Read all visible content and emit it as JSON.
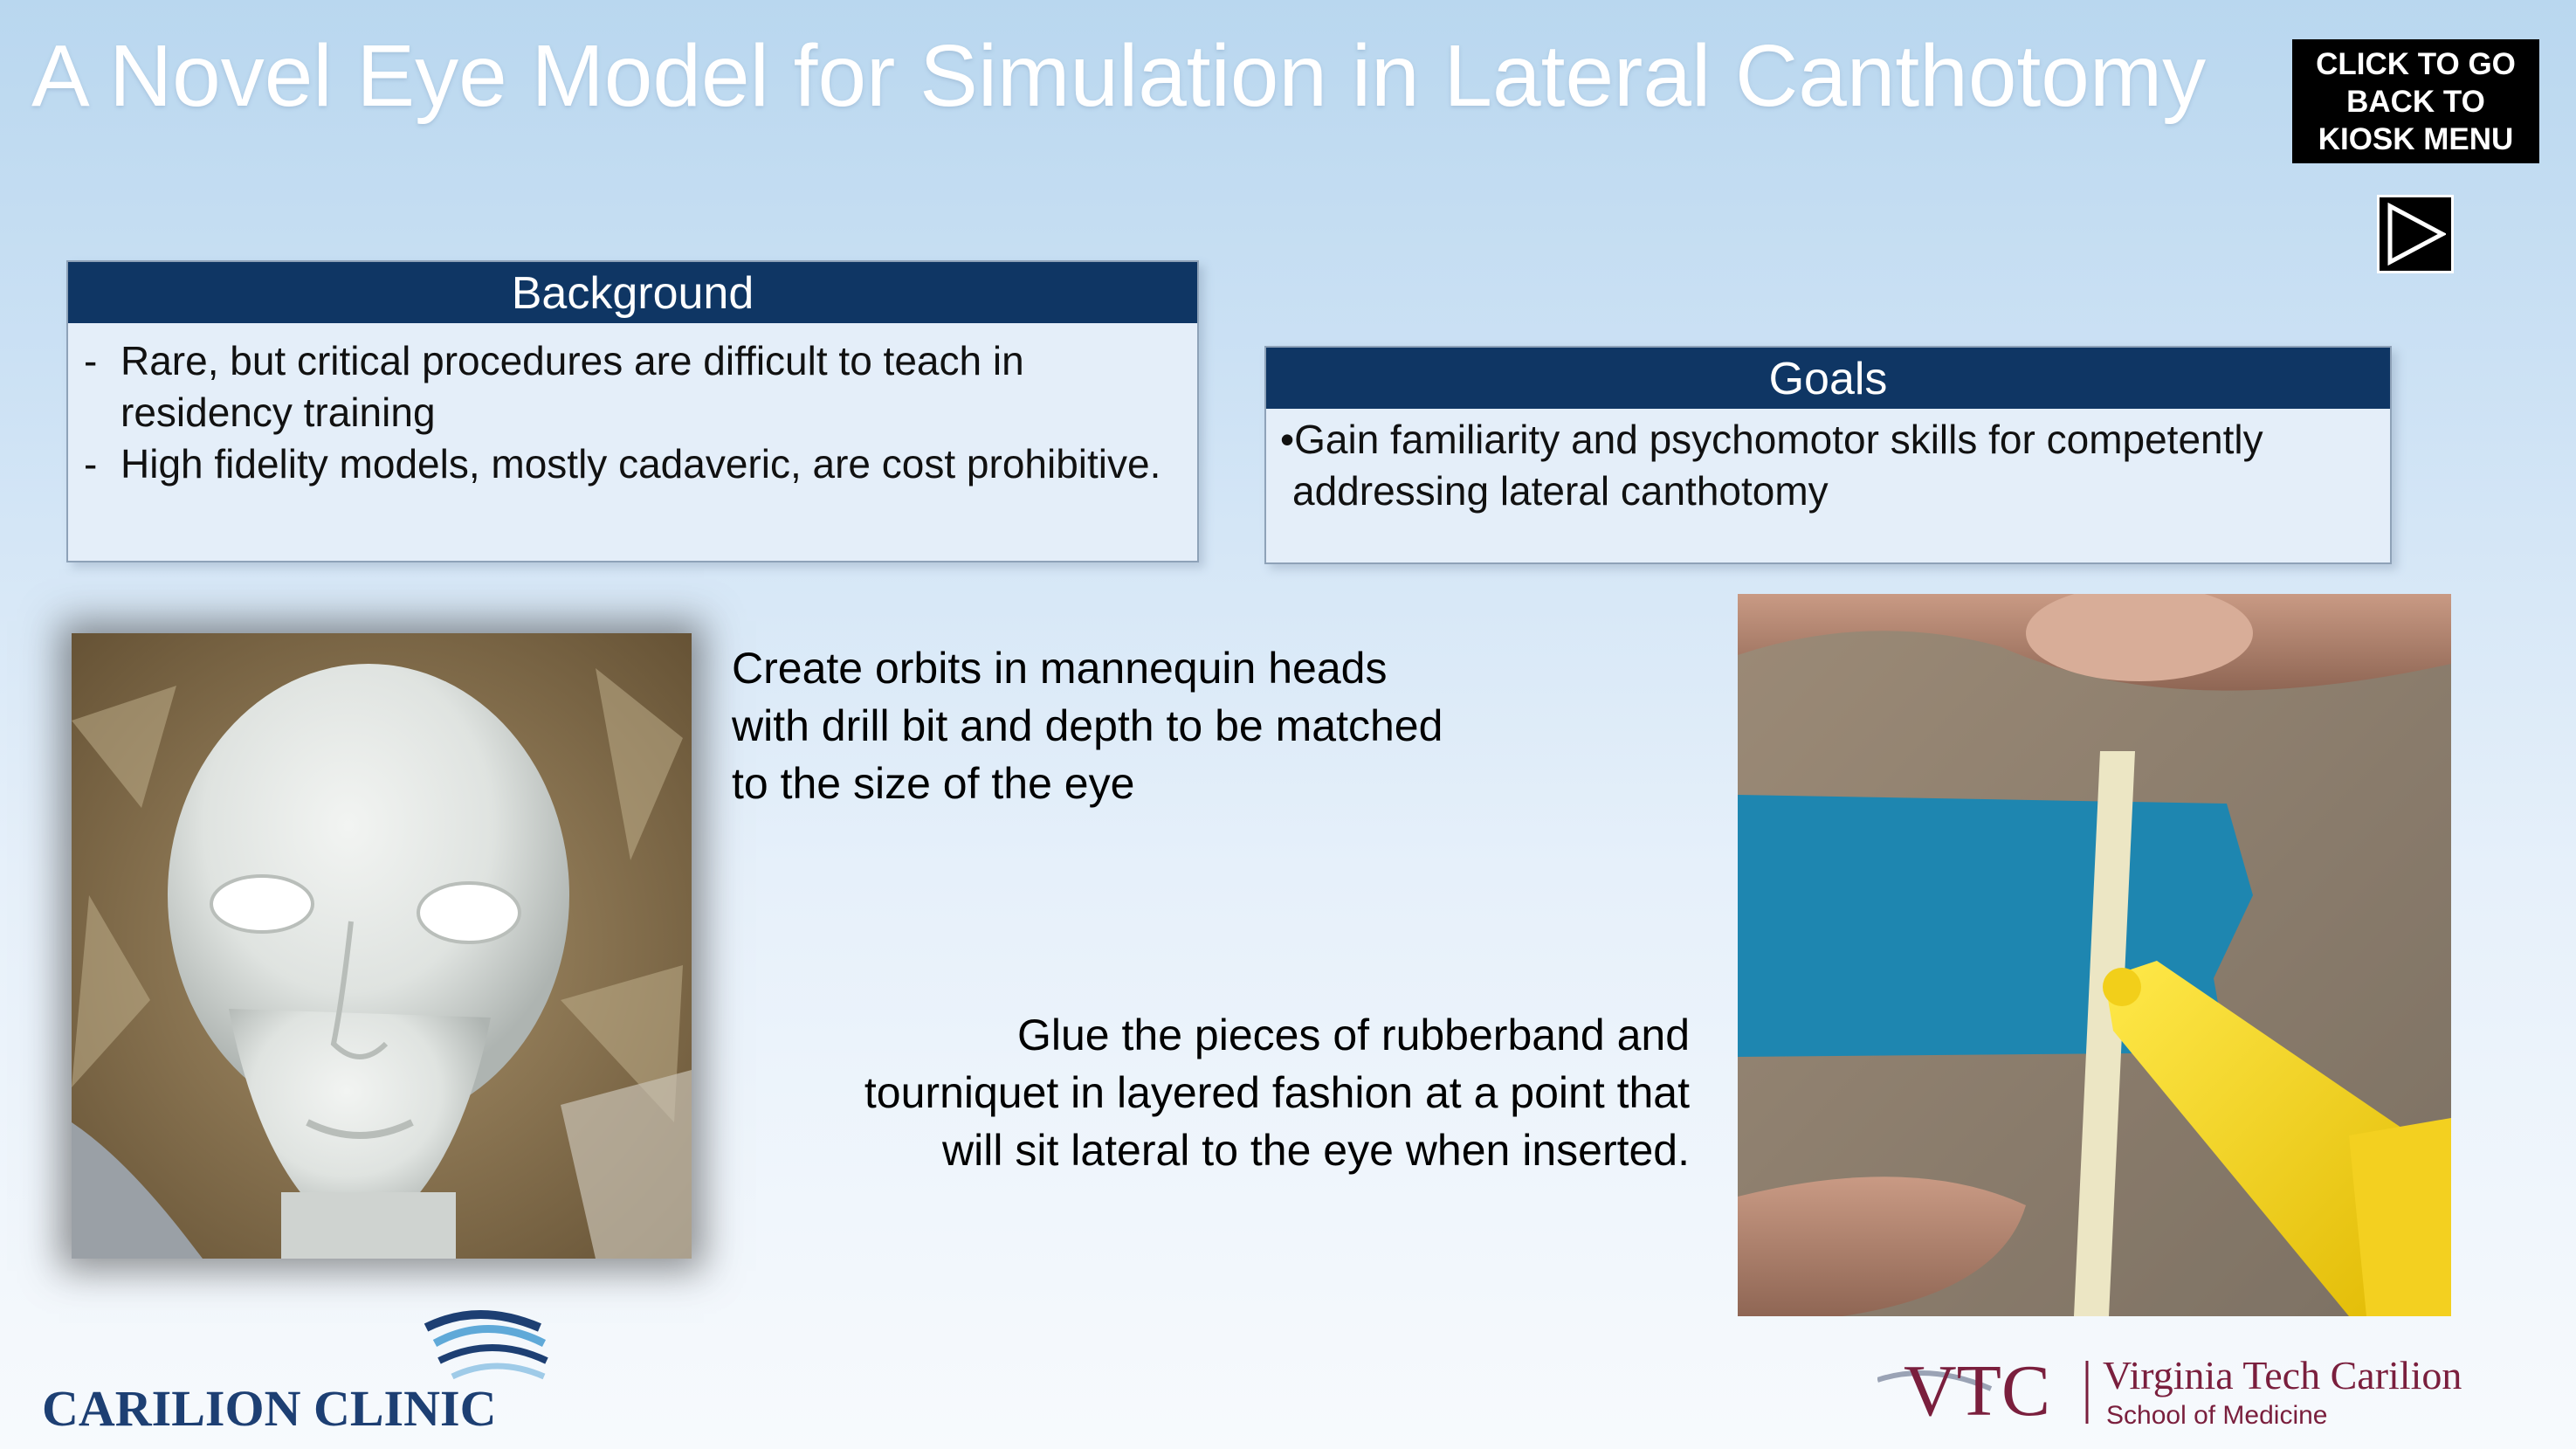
{
  "title": "A Novel Eye Model for Simulation in Lateral Canthotomy",
  "kiosk_button": {
    "lines": [
      "CLICK TO GO",
      "BACK TO",
      "KIOSK MENU"
    ]
  },
  "play_icon": "play-icon",
  "background": {
    "heading": "Background",
    "items": [
      {
        "marker": "-",
        "text": "Rare, but critical procedures are difficult to teach in residency training"
      },
      {
        "marker": "-",
        "text": "High fidelity models, mostly cadaveric, are cost prohibitive."
      }
    ]
  },
  "goals": {
    "heading": "Goals",
    "text": "•Gain familiarity and psychomotor skills for competently addressing lateral canthotomy"
  },
  "captions": {
    "step1": "Create orbits in mannequin heads with drill bit and depth to be matched to the size of the eye",
    "step2": "Glue the pieces of rubberband and tourniquet in layered fashion at a point that will sit lateral to the eye when inserted."
  },
  "logos": {
    "carilion": "CARILION CLINIC",
    "vtc_mark": "VTC",
    "vtc_name": "Virginia Tech Carilion",
    "vtc_school": "School of Medicine"
  },
  "colors": {
    "header_bar": "#0f3664",
    "box_fill": "#e4eef9",
    "carilion_blue": "#1d3f73",
    "vtc_maroon": "#7a1f3d"
  }
}
